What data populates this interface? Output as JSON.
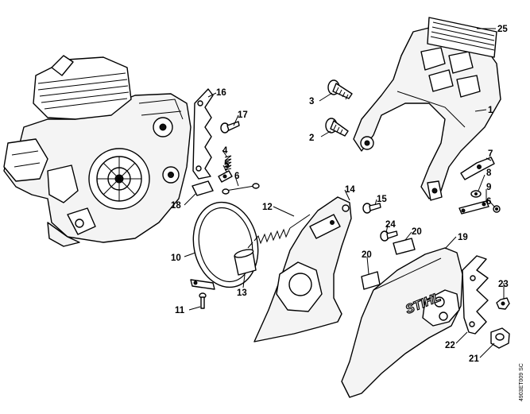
{
  "diagram": {
    "callouts": [
      {
        "id": "c1",
        "label": "1"
      },
      {
        "id": "c2",
        "label": "2"
      },
      {
        "id": "c3",
        "label": "3"
      },
      {
        "id": "c4",
        "label": "4"
      },
      {
        "id": "c5",
        "label": "5"
      },
      {
        "id": "c6a",
        "label": "6"
      },
      {
        "id": "c6b",
        "label": "6"
      },
      {
        "id": "c7",
        "label": "7"
      },
      {
        "id": "c8",
        "label": "8"
      },
      {
        "id": "c9",
        "label": "9"
      },
      {
        "id": "c10",
        "label": "10"
      },
      {
        "id": "c11",
        "label": "11"
      },
      {
        "id": "c12",
        "label": "12"
      },
      {
        "id": "c13",
        "label": "13"
      },
      {
        "id": "c14",
        "label": "14"
      },
      {
        "id": "c15",
        "label": "15"
      },
      {
        "id": "c16",
        "label": "16"
      },
      {
        "id": "c17",
        "label": "17"
      },
      {
        "id": "c18",
        "label": "18"
      },
      {
        "id": "c19",
        "label": "19"
      },
      {
        "id": "c20a",
        "label": "20"
      },
      {
        "id": "c20b",
        "label": "20"
      },
      {
        "id": "c21",
        "label": "21"
      },
      {
        "id": "c22",
        "label": "22"
      },
      {
        "id": "c23",
        "label": "23"
      },
      {
        "id": "c24",
        "label": "24"
      },
      {
        "id": "c25",
        "label": "25"
      }
    ],
    "brand_logo": "STIHL",
    "drawing_code": "4903ET009 SC"
  }
}
